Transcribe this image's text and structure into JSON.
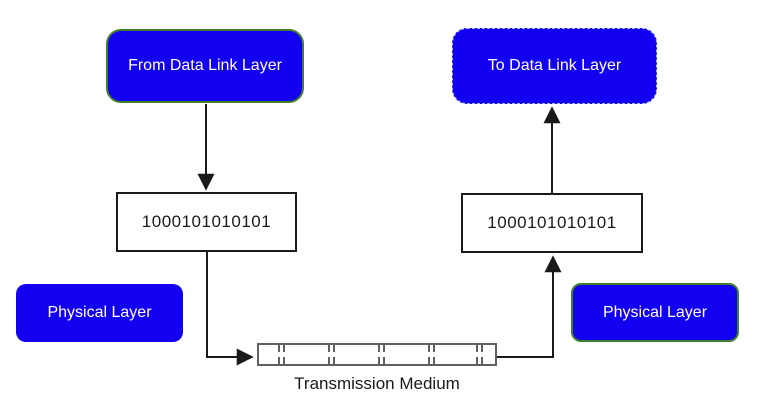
{
  "diagram": {
    "title_hint": "Physical layer bit transmission diagram",
    "nodes": {
      "from_data_link": {
        "label": "From Data Link Layer"
      },
      "to_data_link": {
        "label": "To Data Link Layer"
      },
      "left_bits": {
        "value": "1000101010101"
      },
      "right_bits": {
        "value": "1000101010101"
      },
      "physical_left": {
        "label": "Physical Layer"
      },
      "physical_right": {
        "label": "Physical Layer"
      },
      "medium": {
        "label": "Transmission Medium"
      }
    }
  },
  "colors": {
    "node_fill": "#1400f0",
    "node_border_green": "#417f2e",
    "selection_dash": "#9db8f7",
    "text_on_blue": "#ffffff",
    "line": "#1a1a1a",
    "medium_border": "#606060",
    "background": "#ffffff"
  }
}
